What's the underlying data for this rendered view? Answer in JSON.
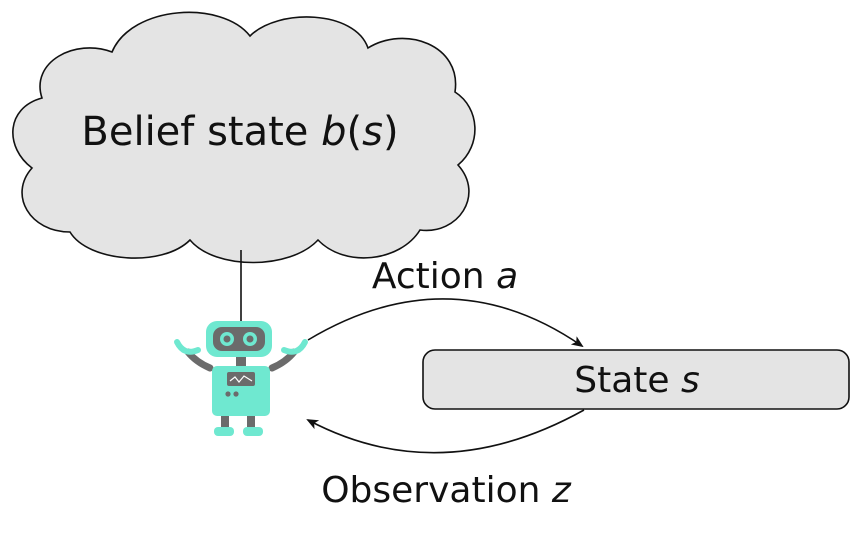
{
  "belief": {
    "label": "Belief state ",
    "variable": "b",
    "paren_open": "(",
    "paren_var": "s",
    "paren_close": ")"
  },
  "state": {
    "label": "State ",
    "variable": "s"
  },
  "action": {
    "label": "Action ",
    "variable": "a"
  },
  "observation": {
    "label": "Observation ",
    "variable": "z"
  },
  "colors": {
    "cloud_fill": "#e4e4e4",
    "box_fill": "#e4e4e4",
    "stroke": "#111111",
    "robot_body": "#6fe8d0",
    "robot_gray": "#6b6b6b"
  },
  "icons": {
    "agent": "robot-icon",
    "belief_shape": "cloud-shape"
  }
}
